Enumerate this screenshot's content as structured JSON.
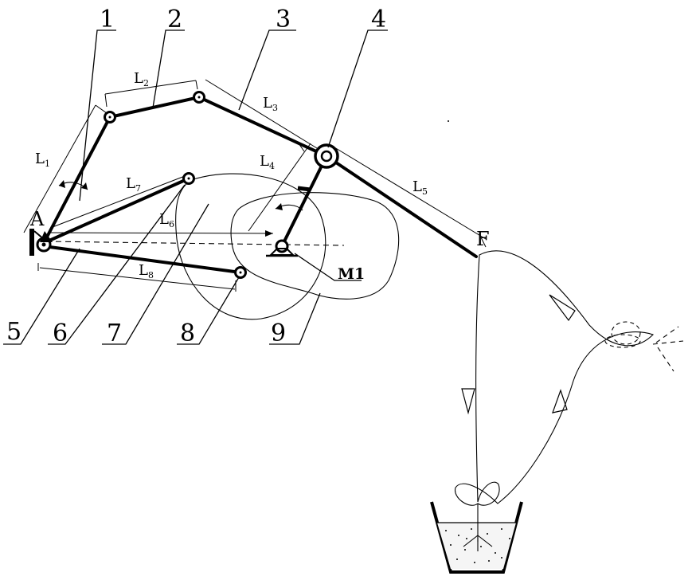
{
  "part_numbers": {
    "p1": "1",
    "p2": "2",
    "p3": "3",
    "p4": "4",
    "p5": "5",
    "p6": "6",
    "p7": "7",
    "p8": "8",
    "p9": "9"
  },
  "link_labels": {
    "l1": "L",
    "l1_sub": "1",
    "l2": "L",
    "l2_sub": "2",
    "l3": "L",
    "l3_sub": "3",
    "l4": "L",
    "l4_sub": "4",
    "l5": "L",
    "l5_sub": "5",
    "l6": "L",
    "l6_sub": "6",
    "l7": "L",
    "l7_sub": "7",
    "l8": "L",
    "l8_sub": "8"
  },
  "points": {
    "a": "A",
    "f": "F",
    "m1": "M1"
  }
}
